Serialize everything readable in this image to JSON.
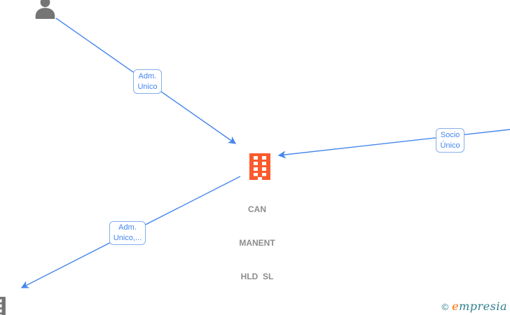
{
  "colors": {
    "edge_blue": "#4787ec",
    "box_border": "#85aee8",
    "box_text": "#4285f4",
    "node_orange": "#fa5a2d",
    "node_label_gray": "#8c8c8c",
    "icon_gray": "#757575",
    "brand_teal": "#2e7f8f",
    "brand_orange": "#ff6a00"
  },
  "nodes": {
    "person": {
      "icon": "person-icon"
    },
    "company": {
      "icon": "building-icon",
      "label_lines": [
        "CAN",
        "MANENT",
        "HLD  SL"
      ]
    },
    "partial_company": {
      "icon": "building-icon"
    }
  },
  "edge_labels": [
    {
      "lines": [
        "Adm.",
        "Unico"
      ]
    },
    {
      "lines": [
        "Socio",
        "Único"
      ]
    },
    {
      "lines": [
        "Adm.",
        "Unico,..."
      ]
    }
  ],
  "footer": {
    "copyright": "©",
    "brand_initial": "e",
    "brand_rest": "mpresia"
  }
}
